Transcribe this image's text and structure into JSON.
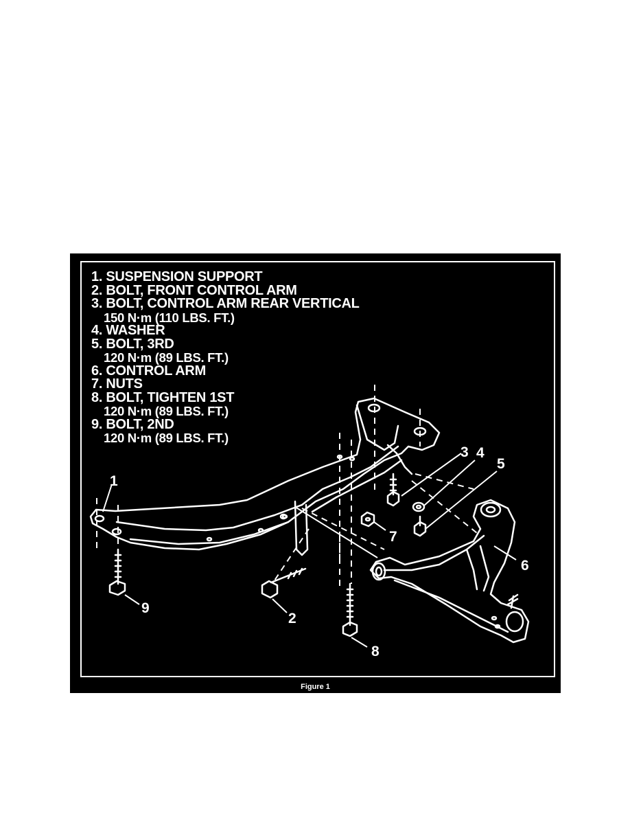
{
  "legend": [
    {
      "num": "1.",
      "label": "SUSPENSION SUPPORT",
      "spec": ""
    },
    {
      "num": "2.",
      "label": "BOLT, FRONT CONTROL ARM",
      "spec": ""
    },
    {
      "num": "3.",
      "label": "BOLT, CONTROL ARM REAR VERTICAL",
      "spec": "150 N·m (110 LBS. FT.)"
    },
    {
      "num": "4.",
      "label": "WASHER",
      "spec": ""
    },
    {
      "num": "5.",
      "label": "BOLT, 3RD",
      "spec": "120 N·m (89 LBS. FT.)"
    },
    {
      "num": "6.",
      "label": "CONTROL ARM",
      "spec": ""
    },
    {
      "num": "7.",
      "label": "NUTS",
      "spec": ""
    },
    {
      "num": "8.",
      "label": "BOLT, TIGHTEN 1ST",
      "spec": "120 N·m (89 LBS. FT.)"
    },
    {
      "num": "9.",
      "label": "BOLT, 2ND",
      "spec": "120 N·m (89 LBS. FT.)"
    }
  ],
  "callouts": [
    "1",
    "2",
    "3",
    "4",
    "5",
    "6",
    "7",
    "8",
    "9"
  ],
  "caption": "Figure 1",
  "colors": {
    "background": "#000000",
    "ink": "#ffffff",
    "page": "#ffffff"
  }
}
